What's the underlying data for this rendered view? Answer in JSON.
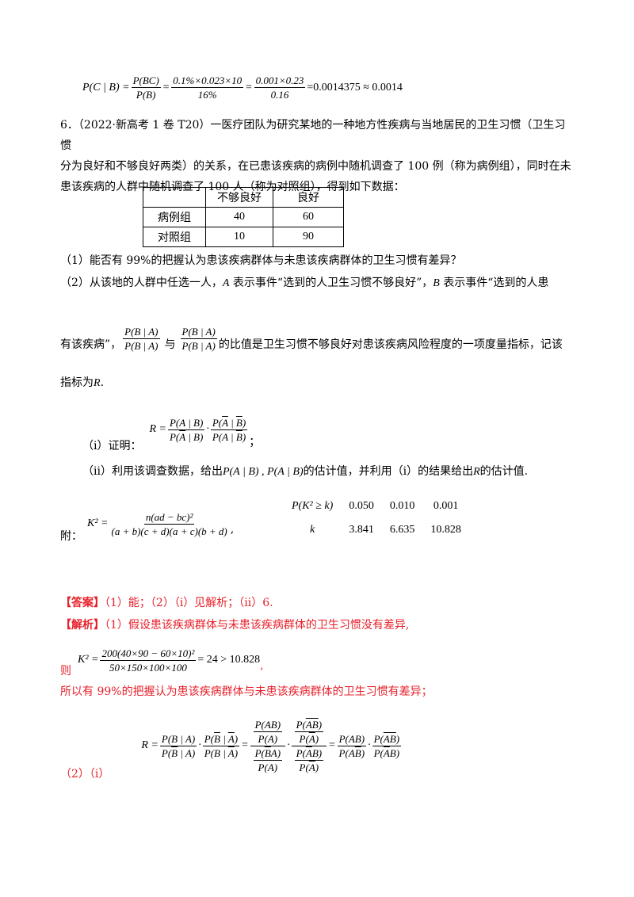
{
  "top_formula": {
    "lhs": "P(C | B) =",
    "f1_num": "P(BC)",
    "f1_den": "P(B)",
    "f2_num": "0.1%×0.023×10",
    "f2_den": "16%",
    "f3_num": "0.001×0.23",
    "f3_den": "0.16",
    "result": "=0.0014375 ≈ 0.0014"
  },
  "problem": {
    "line1": "6．（2022·新高考 1 卷 T20）一医疗团队为研究某地的一种地方性疾病与当地居民的卫生习惯（卫生习惯",
    "line2": "分为良好和不够良好两类）的关系，在已患该疾病的病例中随机调查了 100 例（称为病例组），同时在未",
    "line3": "患该疾病的人群中随机调查了 100 人（称为对照组），得到如下数据："
  },
  "table": {
    "headers": [
      "",
      "不够良好",
      "良好"
    ],
    "rows": [
      {
        "label": "病例组",
        "a": "40",
        "b": "60"
      },
      {
        "label": "对照组",
        "a": "10",
        "b": "90"
      }
    ]
  },
  "q1": "（1）能否有 99%的把握认为患该疾病群体与未患该疾病群体的卫生习惯有差异？",
  "q2": {
    "text1": "（2）从该地的人群中任选一人，",
    "A": "A",
    "text2": " 表示事件“选到的人卫生习惯不够良好”，",
    "B": "B",
    "text3": " 表示事件“选到的人患",
    "text4": "有该疾病”，",
    "frac1_num": "P(B | A)",
    "frac1_den": "P(B | A)",
    "yu": "与",
    "frac2_num": "P(B | A)",
    "frac2_den": "P(B | A)",
    "text5": "的比值是卫生习惯不够良好对患该疾病风险程度的一项度量指标，记该",
    "text6": "指标为",
    "R": "R",
    "text7": "."
  },
  "sub_i": {
    "label": "（i）证明：",
    "R_eq": "R =",
    "semicolon": "；"
  },
  "sub_ii": {
    "text1": "（ii）利用该调查数据，给出",
    "p1": "P(A | B) , P(A | B)",
    "text2": "的估计值，并利用（i）的结果给出",
    "R": "R",
    "text3": "的估计值."
  },
  "appendix": {
    "label": "附：",
    "K2": "K² =",
    "num": "n(ad − bc)²",
    "den": "(a + b)(c + d)(a + c)(b + d)",
    "comma": ","
  },
  "k_table": {
    "row1_label": "P(K² ≥ k)",
    "row1": [
      "0.050",
      "0.010",
      "0.001"
    ],
    "row2_label": "k",
    "row2": [
      "3.841",
      "6.635",
      "10.828"
    ]
  },
  "answer": {
    "tag": "【答案】",
    "text": "（1）能；（2）（i）见解析；（ii）6."
  },
  "analysis": {
    "tag": "【解析】",
    "text": "（1）假设患该疾病群体与未患该疾病群体的卫生习惯没有差异,",
    "ze": "则",
    "K2": "K² =",
    "num": "200(40×90 − 60×10)²",
    "den": "50×150×100×100",
    "result": "= 24 > 10.828",
    "comma": ",",
    "conclusion": "所以有 99%的把握认为患该疾病群体与未患该疾病群体的卫生习惯有差异；",
    "part2": "（2）（i）"
  },
  "colors": {
    "answer_red": "#e8202a",
    "text": "#000000"
  }
}
